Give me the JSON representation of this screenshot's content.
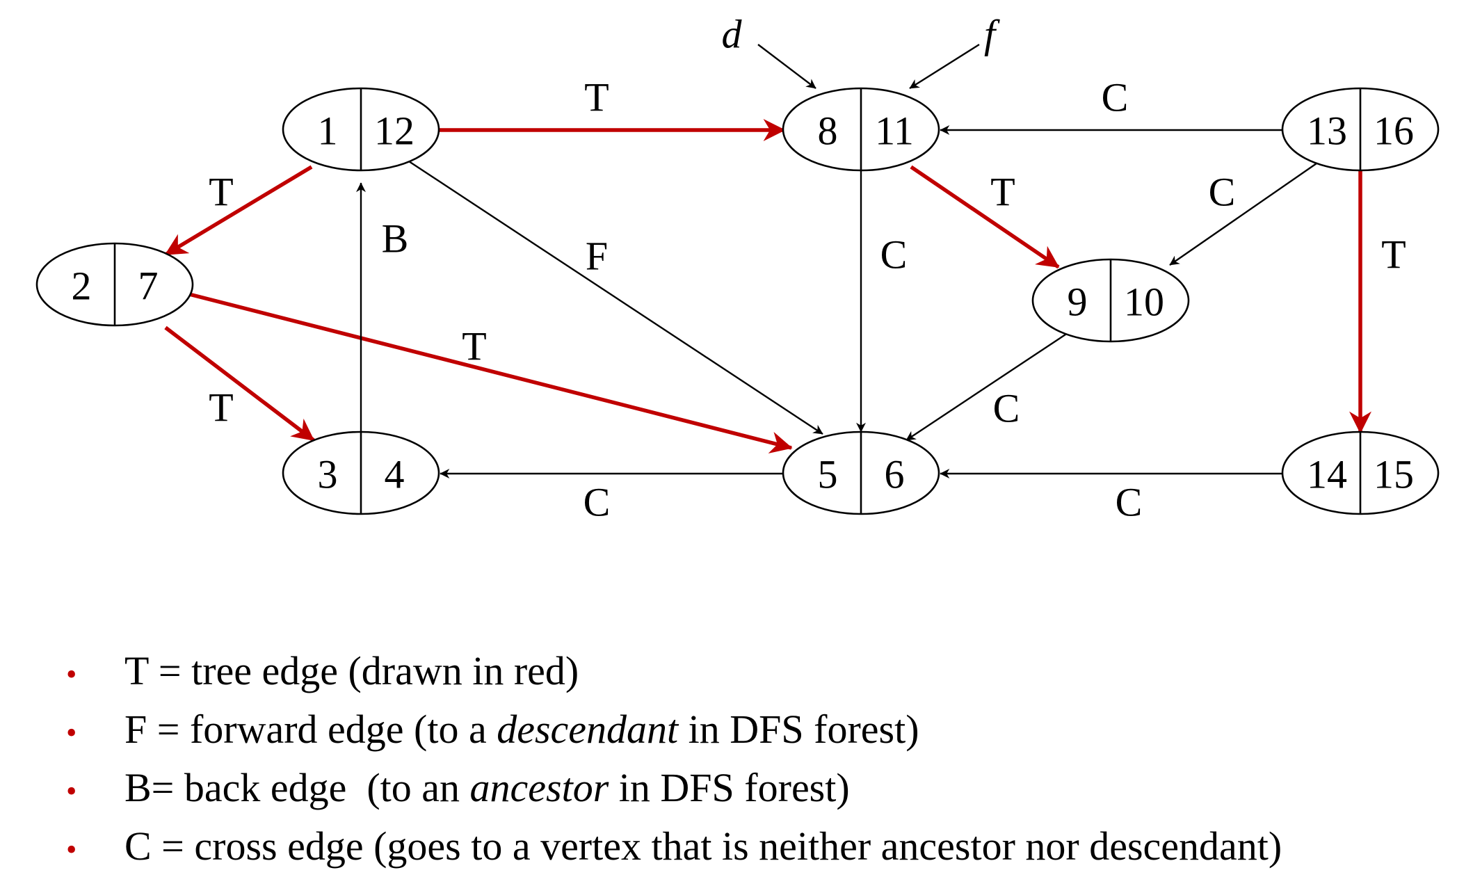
{
  "nodes": [
    {
      "id": "1",
      "d": "1",
      "f": "12"
    },
    {
      "id": "2",
      "d": "2",
      "f": "7"
    },
    {
      "id": "3",
      "d": "3",
      "f": "4"
    },
    {
      "id": "5",
      "d": "5",
      "f": "6"
    },
    {
      "id": "8",
      "d": "8",
      "f": "11"
    },
    {
      "id": "9",
      "d": "9",
      "f": "10"
    },
    {
      "id": "13",
      "d": "13",
      "f": "16"
    },
    {
      "id": "14",
      "d": "14",
      "f": "15"
    }
  ],
  "edges": [
    {
      "from": "1",
      "to": "8",
      "type": "tree",
      "label": "T"
    },
    {
      "from": "1",
      "to": "2",
      "type": "tree",
      "label": "T"
    },
    {
      "from": "2",
      "to": "3",
      "type": "tree",
      "label": "T"
    },
    {
      "from": "2",
      "to": "5",
      "type": "tree",
      "label": "T"
    },
    {
      "from": "8",
      "to": "9",
      "type": "tree",
      "label": "T"
    },
    {
      "from": "13",
      "to": "14",
      "type": "tree",
      "label": "T"
    },
    {
      "from": "3",
      "to": "1",
      "type": "back",
      "label": "B"
    },
    {
      "from": "1",
      "to": "5",
      "type": "forward",
      "label": "F"
    },
    {
      "from": "8",
      "to": "5",
      "type": "cross",
      "label": "C"
    },
    {
      "from": "9",
      "to": "5",
      "type": "cross",
      "label": "C"
    },
    {
      "from": "5",
      "to": "3",
      "type": "cross",
      "label": "C"
    },
    {
      "from": "13",
      "to": "8",
      "type": "cross",
      "label": "C"
    },
    {
      "from": "13",
      "to": "9",
      "type": "cross",
      "label": "C"
    },
    {
      "from": "14",
      "to": "5",
      "type": "cross",
      "label": "C"
    }
  ],
  "pointers": [
    {
      "label": "d",
      "target": "8",
      "side": "discovery"
    },
    {
      "label": "f",
      "target": "8",
      "side": "finish"
    }
  ],
  "colors": {
    "tree_edge": "#c00000",
    "other_edge": "#000000"
  },
  "legend": [
    {
      "id": "T",
      "before": "T = tree edge (drawn in red)",
      "emph": "",
      "after": ""
    },
    {
      "id": "F",
      "before": "F = forward edge (to a ",
      "emph": "descendant",
      "after": " in DFS forest)"
    },
    {
      "id": "B",
      "before": "B= back edge  (to an ",
      "emph": "ancestor",
      "after": " in DFS forest)"
    },
    {
      "id": "C",
      "before": "C = cross edge (goes to a vertex that is neither ancestor nor descendant)",
      "emph": "",
      "after": ""
    }
  ]
}
